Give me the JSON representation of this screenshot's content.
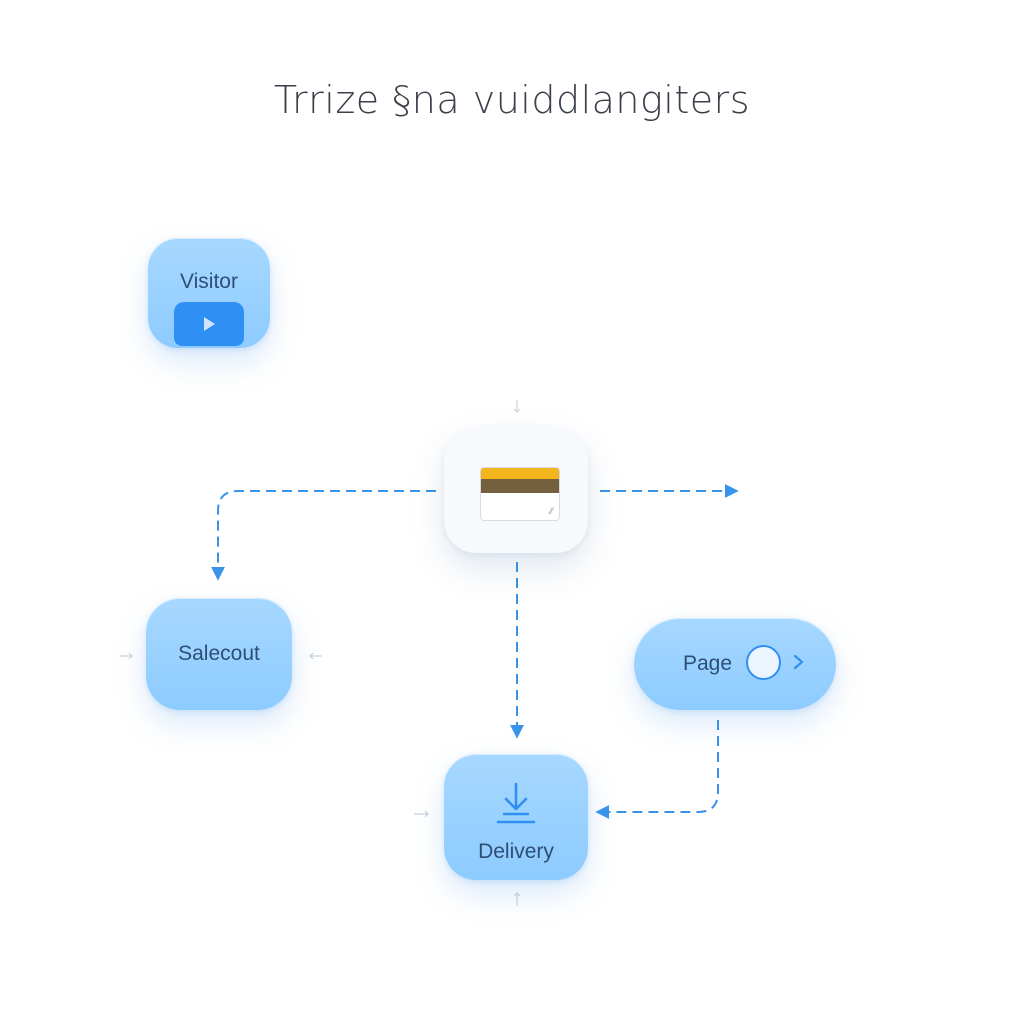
{
  "title": "Trrize §na vuiddlangiters",
  "nodes": {
    "visitor": {
      "label": "Visitor",
      "icon": "play-icon"
    },
    "center_card": {
      "icon": "credit-card-icon"
    },
    "salecout": {
      "label": "Salecout"
    },
    "page": {
      "label": "Page",
      "icons": [
        "circle-icon",
        "chevron-right-icon"
      ]
    },
    "delivery": {
      "label": "Delivery",
      "icon": "download-tray-icon"
    }
  },
  "colors": {
    "node_fill": "#9dd3ff",
    "accent_blue": "#2f8ff2",
    "arrow_blue": "#3a93ea",
    "card_gold": "#f3b51c",
    "card_brown": "#74603f",
    "text_dark": "#3a3f4a"
  }
}
